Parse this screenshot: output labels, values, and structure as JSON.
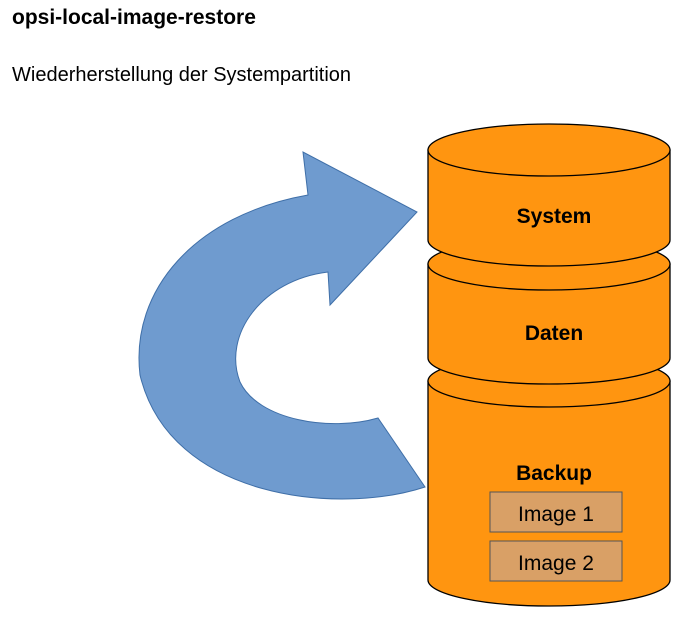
{
  "header": {
    "title": "opsi-local-image-restore",
    "subtitle": "Wiederherstellung der Systempartition"
  },
  "diagram": {
    "cylinders": {
      "system": "System",
      "daten": "Daten",
      "backup": "Backup"
    },
    "images": [
      "Image 1",
      "Image 2"
    ]
  },
  "colors": {
    "cylinder_fill": "#FF9510",
    "cylinder_stroke": "#000000",
    "image_box_fill": "#D9A066",
    "arrow_fill": "#6F9BCF",
    "arrow_stroke": "#3F6FA8"
  }
}
